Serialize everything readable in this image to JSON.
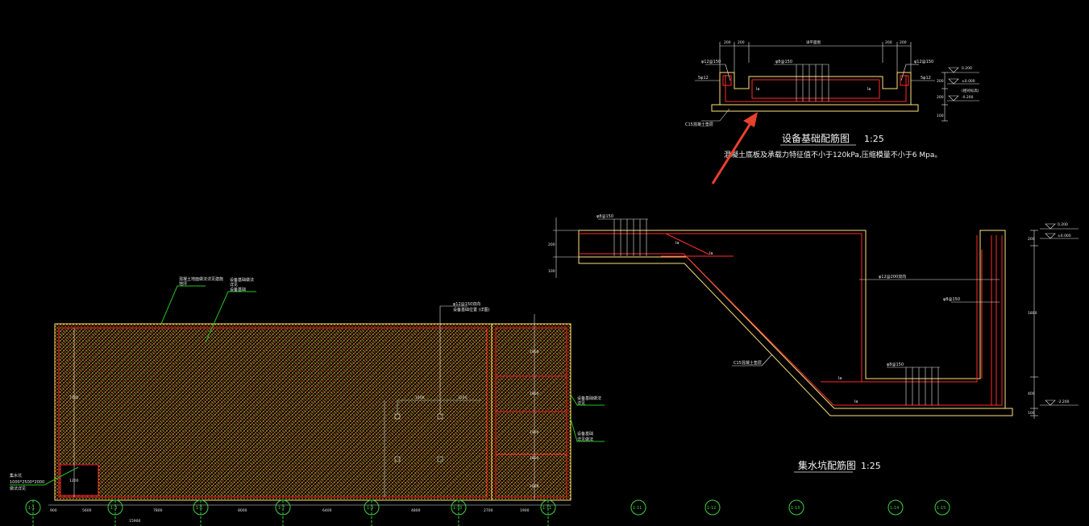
{
  "colors": {
    "background": "#000000",
    "outline": "#ffe27a",
    "rebar": "#ff2a2a",
    "annotation": "#e8e8e8",
    "leader": "#22c322",
    "grid_bubble": "#3fd13f",
    "arrow": "#e8412c",
    "hatch": "#b5b5b5"
  },
  "equipment_detail": {
    "title": "设备基础配筋图",
    "scale": "1:25",
    "note": "混凝土底板及承载力特征值不小于120kPa,压缩模量不小于6 Mpa。",
    "dims_top": [
      "200",
      "200",
      "详平面图",
      "200",
      "200"
    ],
    "left_bar_label": "φ12@150",
    "right_bar_label": "φ12@150",
    "top_bar_label": "φ8@150",
    "left_side_label": "5φ12",
    "right_side_label": "5φ12",
    "la_left": "la",
    "la_right": "la",
    "cushion_label": "C15混凝土垫层",
    "levels": [
      "0.200",
      "±0.000",
      "-0.200"
    ],
    "level_note": "(相对标高)",
    "right_dims": [
      "200",
      "200",
      "100"
    ]
  },
  "sump_detail": {
    "title": "集水坑配筋图",
    "scale": "1:25",
    "top_bar_label": "φ8@150",
    "vertical_bar_label": "φ12@200双向",
    "wall_bar_label": "φ8@150",
    "bottom_bar_label": "φ8@150",
    "slope_label": "C15混凝土垫层",
    "la_labels": [
      "la",
      "la",
      "la",
      "la"
    ],
    "levels": [
      "0.200",
      "±0.000",
      "-2.200"
    ],
    "right_dims": [
      "200",
      "1800",
      "400",
      "100"
    ],
    "left_dims": [
      "200",
      "100"
    ]
  },
  "plan": {
    "leader_labels": [
      {
        "line1": "混凝土地面做法详见建施",
        "line2": "地坪"
      },
      {
        "line1": "设备基础做法",
        "line2": "详见",
        "line3": "设备基础"
      },
      {
        "line1": "φ12@150双向",
        "line2": "设备基础位置 (详图)"
      },
      {
        "line1": "设备基础做法",
        "line2": "详见"
      },
      {
        "line1": "设备基础",
        "line2": "详见做法"
      }
    ],
    "sump_label": {
      "line1": "集水坑",
      "line2": "1000*2500*2000",
      "line3": "做法详见"
    },
    "inner_dims": [
      "1600",
      "3200"
    ],
    "left_dim": "7700",
    "left_dim2": "1200",
    "right_dims": [
      "1900",
      "1800",
      "1900",
      "1800",
      "1600"
    ],
    "bottom_dims": [
      "900",
      "5600",
      "7800",
      "8000",
      "6400",
      "4800",
      "2700",
      "1900"
    ],
    "bottom_total": "15900",
    "grid": [
      "1-1",
      "1-3",
      "1-6",
      "1-7",
      "1-9",
      "1-10",
      "1-11",
      "1-11",
      "1-12",
      "1-13",
      "1-14",
      "1-15"
    ]
  }
}
